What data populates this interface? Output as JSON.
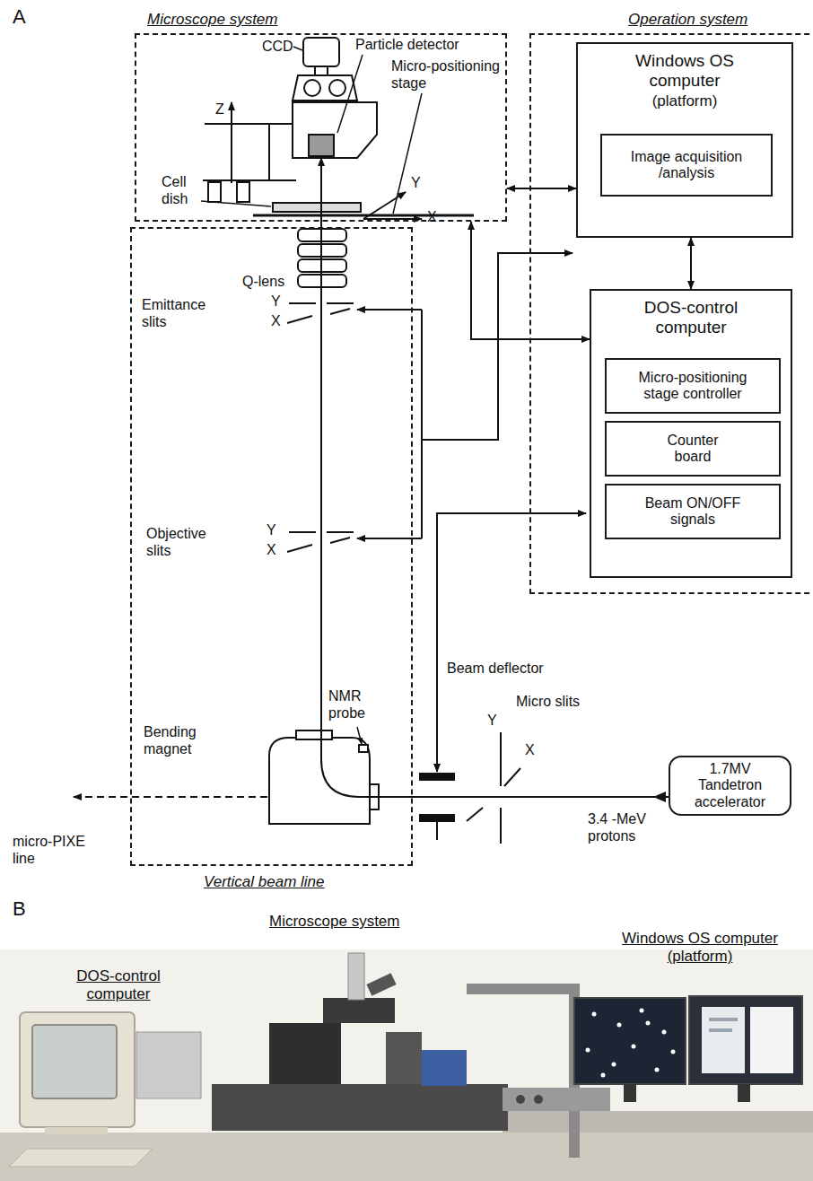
{
  "diagram": {
    "nodes": [
      {
        "text": [
          "Microscope system"
        ]
      },
      {
        "text": [
          "Operation system"
        ]
      },
      {
        "text": [
          "Windows OS computer",
          "(platform)"
        ],
        "in": 1
      },
      {
        "text": [
          "Image acquisition /analysis"
        ],
        "in": 2
      },
      {
        "text": [
          "DOS-control computer"
        ],
        "in": 1
      },
      {
        "text": [
          "Micro-positioning stage controller"
        ],
        "in": 4
      },
      {
        "text": [
          "Counter board"
        ],
        "in": 4
      },
      {
        "text": [
          "Beam ON/OFF signals"
        ],
        "in": 4
      },
      {
        "text": [
          "Vertical beam line"
        ]
      },
      {
        "text": [
          "1.7MV Tandetron accelerator"
        ]
      }
    ],
    "edges": [
      {
        "from": 0,
        "to": 2,
        "arrow": "both"
      },
      {
        "from": 2,
        "to": 4,
        "arrow": "both"
      },
      {
        "from": 0,
        "to": 4,
        "arrow": "both"
      }
    ],
    "labels": [
      "A",
      "CCD",
      "Particle detector",
      "Micro-positioning stage",
      "Z",
      "Y",
      "X",
      "Cell dish",
      "Q-lens",
      "Emittance slits",
      "Y",
      "X",
      "Objective slits",
      "Y",
      "X",
      "NMR probe",
      "Bending magnet",
      "Beam deflector",
      "Micro slits",
      "Y",
      "X",
      "3.4 -MeV protons",
      "micro-PIXE line",
      "B",
      "Microscope system",
      "Windows OS computer (platform)",
      "DOS-control computer"
    ]
  }
}
